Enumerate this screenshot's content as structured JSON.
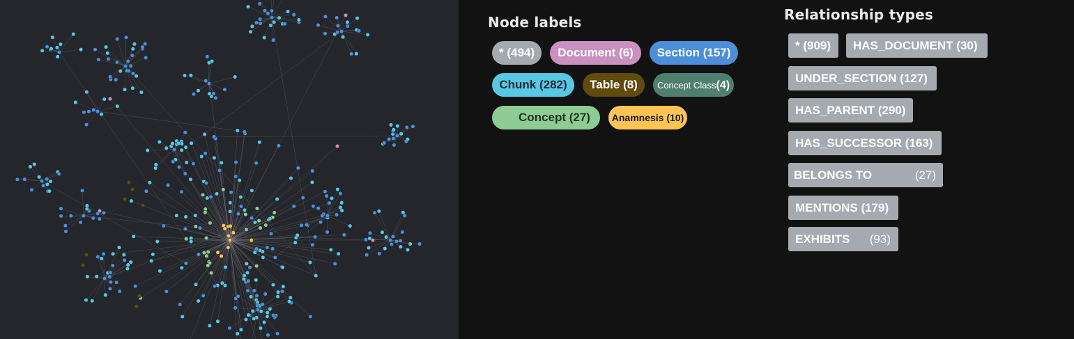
{
  "graph": {
    "colors": {
      "chunk": "#57c7e3",
      "section": "#4c8eda",
      "concept": "#8dcc93",
      "anamnesis": "#ffc454",
      "document": "#c990c0",
      "table": "#604a0e",
      "edge": "#8a8d94"
    }
  },
  "node_labels": {
    "title": "Node labels",
    "items": [
      {
        "label": "* (494)",
        "color": "#a5a9b0"
      },
      {
        "label": "Document (6)",
        "color": "#c990c0"
      },
      {
        "label": "Section (157)",
        "color": "#4c8eda"
      },
      {
        "label": "Chunk (282)",
        "color": "#57c7e3"
      },
      {
        "label": "Table (8)",
        "color": "#604a0e"
      },
      {
        "label": "Concept Class",
        "count": "(4)",
        "color": "#4f7f6e"
      },
      {
        "label": "Concept (27)",
        "color": "#8dcc93"
      },
      {
        "label": "Anamnesis (10)",
        "color": "#ffc454"
      }
    ]
  },
  "relationship_types": {
    "title": "Relationship types",
    "items": [
      {
        "label": "* (909)"
      },
      {
        "label": "HAS_DOCUMENT (30)"
      },
      {
        "label": "UNDER_SECTION (127)"
      },
      {
        "label": "HAS_PARENT (290)"
      },
      {
        "label": "HAS_SUCCESSOR (163)"
      },
      {
        "label": "BELONGS TO",
        "count": "(27)"
      },
      {
        "label": "MENTIONS (179)"
      },
      {
        "label": "EXHIBITS",
        "count": "(93)"
      }
    ]
  }
}
